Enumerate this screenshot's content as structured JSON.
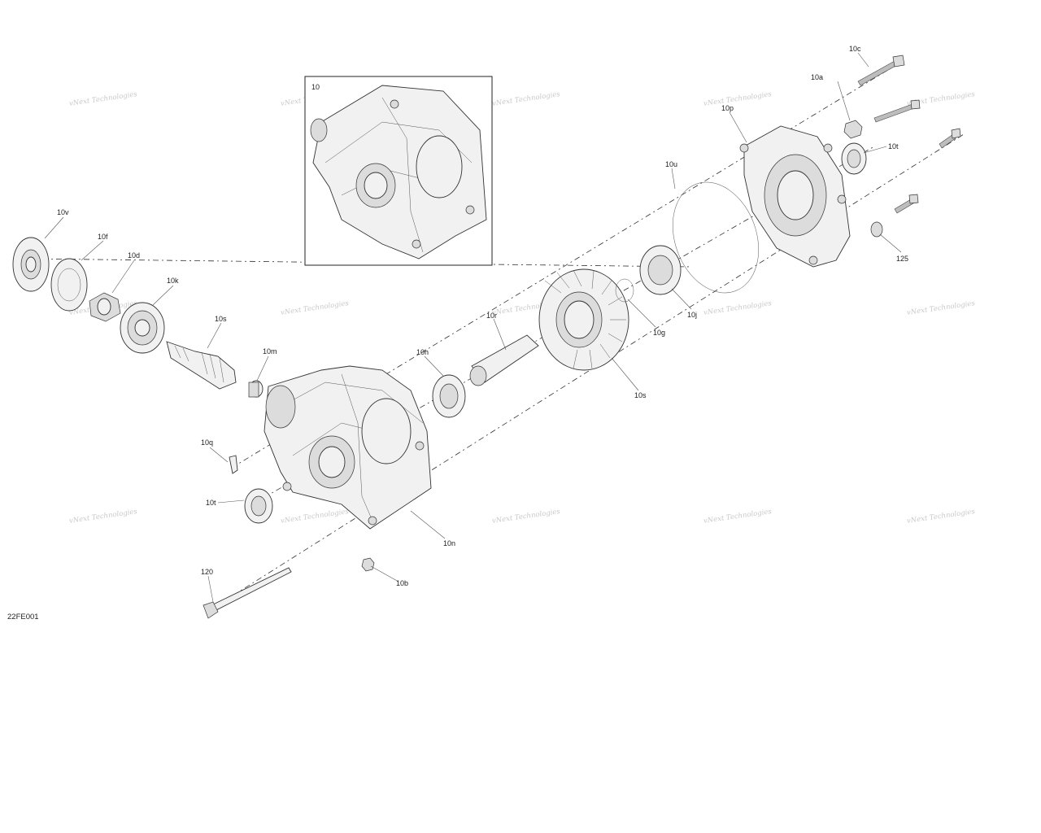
{
  "figure_ref": "22FE001",
  "watermark_text": "vNext Technologies",
  "inset_label": "10",
  "callouts": [
    "10c",
    "10a",
    "10p",
    "10t",
    "10u",
    "125",
    "10j",
    "10g",
    "10s",
    "10r",
    "10h",
    "10v",
    "10f",
    "10d",
    "10k",
    "10s",
    "10m",
    "10q",
    "10t",
    "10n",
    "10b",
    "120"
  ],
  "colors": {
    "line": "#333333",
    "fill": "#f1f1f1",
    "watermark": "#c9c9c9"
  }
}
